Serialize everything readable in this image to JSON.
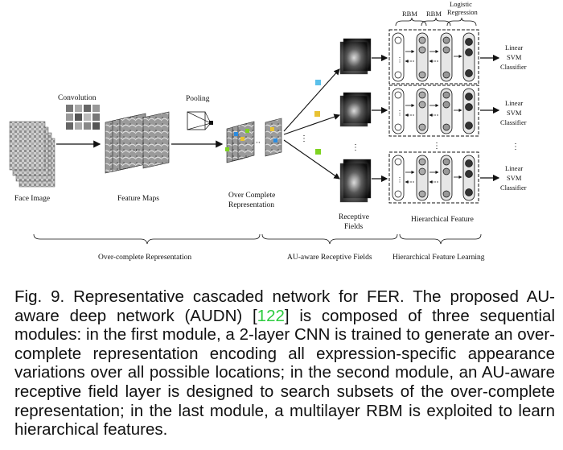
{
  "figure": {
    "labels": {
      "convolution": "Convolution",
      "pooling": "Pooling",
      "face_image": "Face Image",
      "feature_maps": "Feature Maps",
      "over_complete_line1": "Over Complete",
      "over_complete_line2": "Representation",
      "receptive_line1": "Receptive",
      "receptive_line2": "Fields",
      "rbm1": "RBM",
      "rbm2": "RBM",
      "logistic_line1": "Logistic",
      "logistic_line2": "Regression",
      "classifier_line1": "Linear",
      "classifier_line2": "SVM",
      "classifier_line3": "Classifier",
      "hierarchical_feature": "Hierarchical Feature",
      "module1": "Over-complete Representation",
      "module2": "AU-aware Receptive Fields",
      "module3": "Hierarchical Feature Learning"
    }
  },
  "caption": {
    "prefix": "Fig. 9. Representative cascaded network for FER. The proposed AU-aware deep network (AUDN) [",
    "ref": "122",
    "suffix": "] is composed of three sequential modules: in the first module, a 2-layer CNN is trained to generate an over-complete representation encoding all expression-specific appearance variations over all possible locations; in the second module, an AU-aware receptive field layer is designed to search subsets of the over-complete representation; in the last module, a multilayer RBM is exploited to learn hierarchical features."
  }
}
